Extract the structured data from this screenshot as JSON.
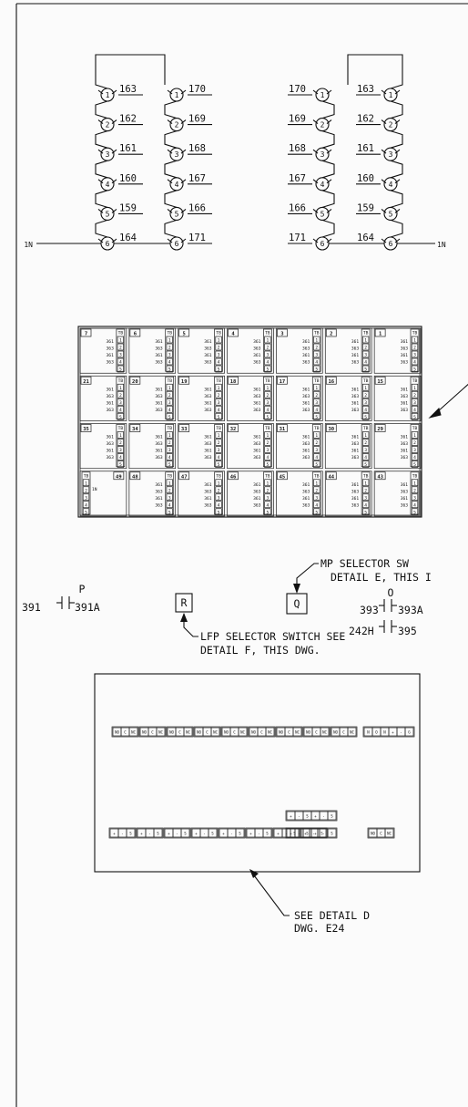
{
  "ladders": {
    "left_a": [
      "163",
      "162",
      "161",
      "160",
      "159",
      "164"
    ],
    "left_b": [
      "170",
      "169",
      "168",
      "167",
      "166",
      "171"
    ],
    "right_a": [
      "170",
      "169",
      "168",
      "167",
      "166",
      "171"
    ],
    "right_b": [
      "163",
      "162",
      "161",
      "160",
      "159",
      "164"
    ],
    "contact_numbers": [
      "1",
      "2",
      "3",
      "4",
      "5",
      "6"
    ],
    "feed_label": "1N"
  },
  "tb_grid": {
    "rows": [
      [
        "7",
        "6",
        "5",
        "4",
        "3",
        "2",
        "1"
      ],
      [
        "21",
        "20",
        "19",
        "18",
        "17",
        "16",
        "15"
      ],
      [
        "35",
        "34",
        "33",
        "32",
        "31",
        "30",
        "29"
      ],
      [
        "49",
        "48",
        "47",
        "46",
        "45",
        "44",
        "43"
      ]
    ],
    "tb_label": "TB",
    "wires": [
      "361",
      "363",
      "361",
      "363"
    ],
    "terminals": [
      "1",
      "2",
      "3",
      "4",
      "5"
    ],
    "last_cell_extra": "1N"
  },
  "switches": {
    "p_label": "P",
    "p_left": "391",
    "p_right": "391A",
    "r_label": "R",
    "q_label": "Q",
    "o_label": "O",
    "o_left": "393",
    "o_right": "393A",
    "o2_left": "242H",
    "o2_right": "395",
    "mp_note_1": "MP SELECTOR SW",
    "mp_note_2": "DETAIL E, THIS I",
    "lfp_note_1": "LFP SELECTOR SWITCH SEE",
    "lfp_note_2": "DETAIL F, THIS DWG."
  },
  "panel": {
    "relay_groups": [
      "NO",
      "C",
      "NC"
    ],
    "top_right_strip": [
      "N",
      "O",
      "N",
      "+",
      "-",
      "G"
    ],
    "bottom_group": [
      "+",
      "-",
      "S"
    ],
    "bottom_right_relay": [
      "NO",
      "C",
      "NC"
    ],
    "note_1": "SEE DETAIL D",
    "note_2": "DWG. E24"
  }
}
